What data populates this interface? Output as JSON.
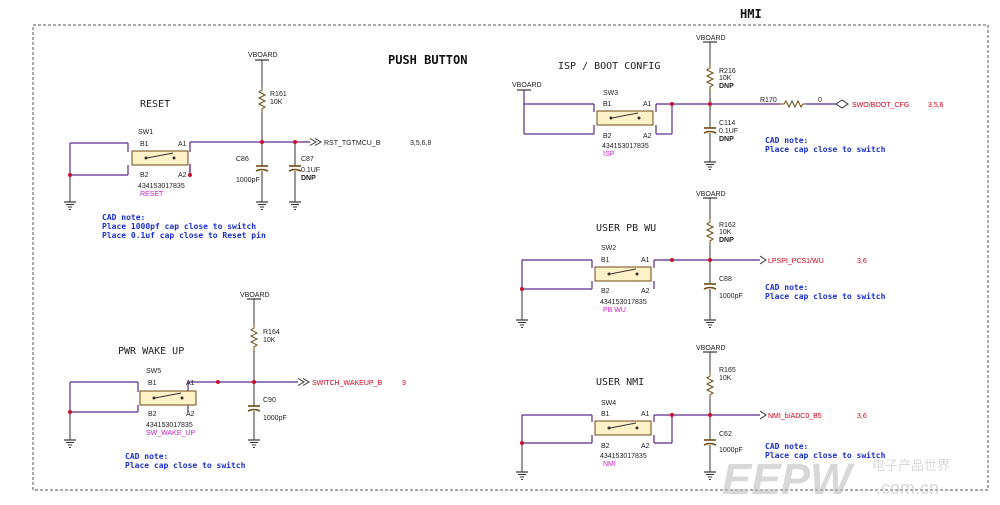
{
  "title": "HMI",
  "section_title": "PUSH BUTTON",
  "colors": {
    "wire": "#5a2a8a",
    "net_label": "#d0021b",
    "note": "#1a2fd0",
    "designator": "#d020c8",
    "switch_fill": "#fff1c8",
    "junction": "#c8102e"
  },
  "watermark": {
    "brand": "EEPW",
    "domain": ".com.cn",
    "tagline": "电子产品世界"
  },
  "reset": {
    "heading": "RESET",
    "power": "VBOARD",
    "resistor": {
      "ref": "R161",
      "value": "10K"
    },
    "switch": {
      "ref": "SW1",
      "part": "434153017835",
      "label": "RESET",
      "p1": "B1",
      "p2": "A1",
      "p3": "B2",
      "p4": "A2"
    },
    "cap1": {
      "ref": "C86",
      "value": "1000pF"
    },
    "cap2": {
      "ref": "C87",
      "value": "0.1UF",
      "dnp": "DNP"
    },
    "net": "RST_TGTMCU_B",
    "sheets": "3,5,6,8",
    "note": [
      "CAD note:",
      "Place 1000pf cap close to switch",
      "Place 0.1uf  cap close to Reset pin"
    ]
  },
  "pwr": {
    "heading": "PWR WAKE UP",
    "power": "VBOARD",
    "resistor": {
      "ref": "R164",
      "value": "10K"
    },
    "switch": {
      "ref": "SW5",
      "part": "434153017835",
      "label": "SW_WAKE_UP",
      "p1": "B1",
      "p2": "A1",
      "p3": "B2",
      "p4": "A2"
    },
    "cap": {
      "ref": "C90",
      "value": "1000pF"
    },
    "net": "SWITCH_WAKEUP_B",
    "sheets": "3",
    "note": [
      "CAD note:",
      "Place cap close to switch"
    ]
  },
  "isp": {
    "heading": "ISP / BOOT CONFIG",
    "power_left": "VBOARD",
    "power_top": "VBOARD",
    "resistor": {
      "ref": "R216",
      "value": "10K",
      "dnp": "DNP"
    },
    "series": {
      "ref": "R170",
      "value": "0"
    },
    "switch": {
      "ref": "SW3",
      "part": "434153017835",
      "label": "ISP",
      "p1": "B1",
      "p2": "A1",
      "p3": "B2",
      "p4": "A2"
    },
    "cap": {
      "ref": "C114",
      "value": "0.1UF",
      "dnp": "DNP"
    },
    "net": "SWO/BOOT_CFG",
    "sheets": "3,5,6",
    "note": [
      "CAD note:",
      "Place cap close to switch"
    ]
  },
  "wu": {
    "heading": "USER PB WU",
    "power": "VBOARD",
    "resistor": {
      "ref": "R162",
      "value": "10K",
      "dnp": "DNP"
    },
    "switch": {
      "ref": "SW2",
      "part": "434153017835",
      "label": "PB WU",
      "p1": "B1",
      "p2": "A1",
      "p3": "B2",
      "p4": "A2"
    },
    "cap": {
      "ref": "C88",
      "value": "1000pF"
    },
    "net": "LPSPI_PCS1/WU",
    "sheets": "3,6",
    "note": [
      "CAD note:",
      "Place cap close to switch"
    ]
  },
  "nmi": {
    "heading": "USER NMI",
    "power": "VBOARD",
    "resistor": {
      "ref": "R165",
      "value": "10K"
    },
    "switch": {
      "ref": "SW4",
      "part": "434153017835",
      "label": "NMI",
      "p1": "B1",
      "p2": "A1",
      "p3": "B2",
      "p4": "A2"
    },
    "cap": {
      "ref": "C62",
      "value": "1000pF"
    },
    "net": "NMI_b/ADC0_B5",
    "sheets": "3,6",
    "note": [
      "CAD note:",
      "Place cap close to switch"
    ]
  }
}
